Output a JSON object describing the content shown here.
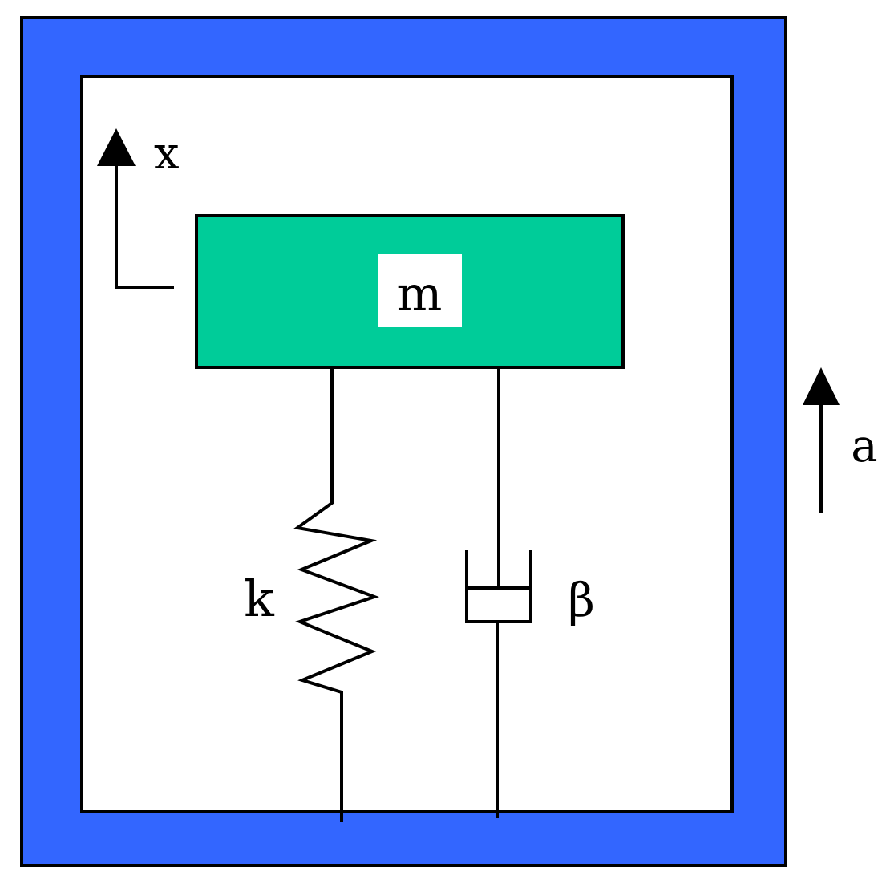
{
  "colors": {
    "frame": "#3366ff",
    "mass": "#00cc99",
    "line": "#000000",
    "background": "#ffffff"
  },
  "labels": {
    "mass": "m",
    "spring": "k",
    "damper": "β",
    "displacement": "x",
    "acceleration": "a"
  },
  "icons": {
    "displacement_arrow": "arrow-up-icon",
    "acceleration_arrow": "arrow-up-icon"
  }
}
